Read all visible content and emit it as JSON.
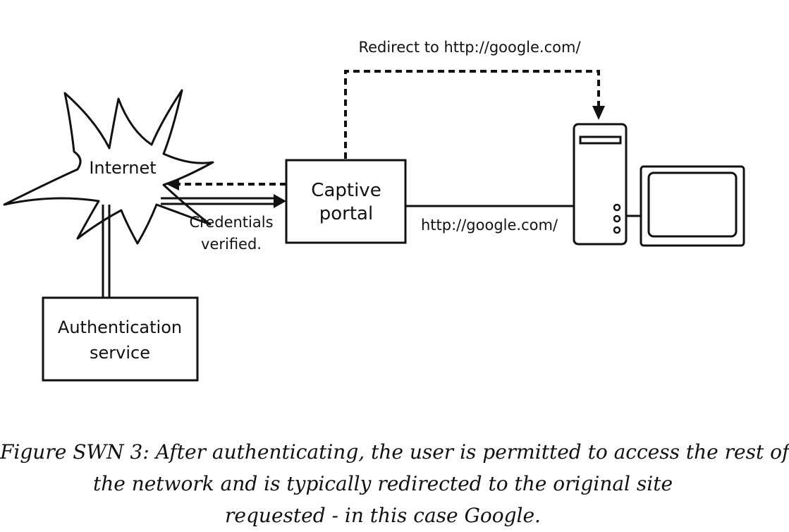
{
  "diagram": {
    "nodes": {
      "internet": "Internet",
      "captive_portal_line1": "Captive",
      "captive_portal_line2": "portal",
      "auth_line1": "Authentication",
      "auth_line2": "service"
    },
    "edges": {
      "redirect_label": "Redirect to http://google.com/",
      "request_label": "http://google.com/",
      "credentials_line1": "Credentials",
      "credentials_line2": "verified."
    }
  },
  "caption": {
    "line1": "Figure SWN 3: After authenticating, the user is permitted to access the rest of",
    "line2": "the network and is typically redirected to the original site",
    "line3": "requested - in this case Google."
  }
}
